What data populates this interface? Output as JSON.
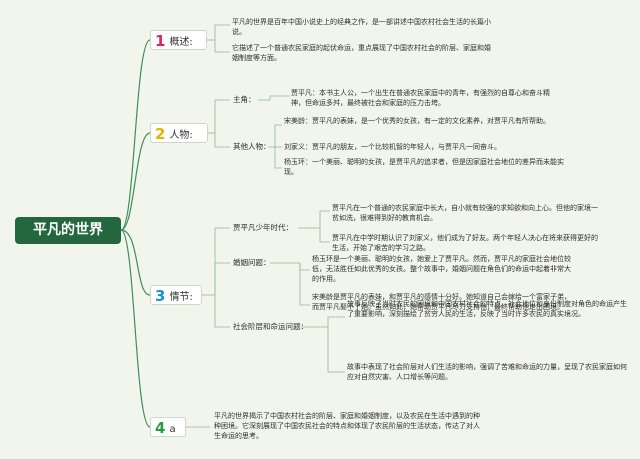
{
  "title": "平凡的世界",
  "sections": [
    {
      "num": "1",
      "label": "概述:",
      "color": "#e0245e",
      "items": [
        "平凡的世界是百年中国小说史上的经典之作，是一部讲述中国农村社会生活的长篇小说。",
        "它描述了一个普通农民家庭的起伏命运，重点展现了中国农村社会的阶层、家庭和婚姻制度等方面。"
      ]
    },
    {
      "num": "2",
      "label": "人物:",
      "color": "#e8b100",
      "main_label": "主角：",
      "main_text": "贾平凡：本书主人公，一个出生在普通农民家庭中的青年，有强烈的自尊心和奋斗精神，但命运多舛，最终被社会和家庭的压力击垮。",
      "others_label": "其他人物：",
      "others": [
        "宋美龄：贾平凡的表妹，是一个优秀的女孩，有一定的文化素养，对贾平凡有所帮助。",
        "刘家义：贾平凡的朋友，一个比较机智的年轻人，与贾平凡一同奋斗。",
        "杨玉环：一个美丽、聪明的女孩，是贾平凡的追求者，但是因家庭社会地位的差异而未能实现。"
      ]
    },
    {
      "num": "3",
      "label": "情节:",
      "color": "#1f8fd1",
      "groups": [
        {
          "label": "贾平凡少年时代：",
          "items": [
            "贾平凡在一个普通的农民家庭中长大，自小就有较强的求知欲和向上心。但他的家境一贫如洗，很难得到好的教育机会。",
            "贾平凡在中学时期认识了刘家义，他们成为了好友。两个年轻人决心在将来获得更好的生活，开始了艰苦的学习之路。"
          ]
        },
        {
          "label": "婚姻问题：",
          "items": [
            "杨玉环是一个美丽、聪明的女孩，她爱上了贾平凡。然而，贾平凡的家庭社会地位较低，无法胜任如此优秀的女孩。整个故事中，婚姻问题在角色们的命运中起着非常大的作用。",
            "宋美龄是贾平凡的表妹，和贾平凡的感情十分好。她知道自己会嫁给一个富家子弟，而贾平凡娶不了她。虽然如此，她帮助贾平凡尽力支持他，最终帮助他走出困境。"
          ]
        },
        {
          "label": "社会阶层和命运问题：",
          "items": [
            "故事反映了当时农民的困境和中国农村社会的特点。社会地位和身份制度对角色的命运产生了重要影响，深刻描绘了贫穷人民的生活，反映了当时许多农民的真实境况。",
            "故事中表现了社会阶层对人们生活的影响，强调了苦难和命运的力量，呈现了农民家庭如何应对自然灾害、人口增长等问题。"
          ]
        }
      ]
    },
    {
      "num": "4",
      "label": "a",
      "color": "#2f9b40",
      "items": [
        "平凡的世界揭示了中国农村社会的阶层、家庭和婚姻制度，以及农民在生活中遇到的种种困境。它深刻展现了中国农民社会的特点和体现了农民阶层的生活状态，传达了对人生命运的思考。"
      ]
    }
  ]
}
